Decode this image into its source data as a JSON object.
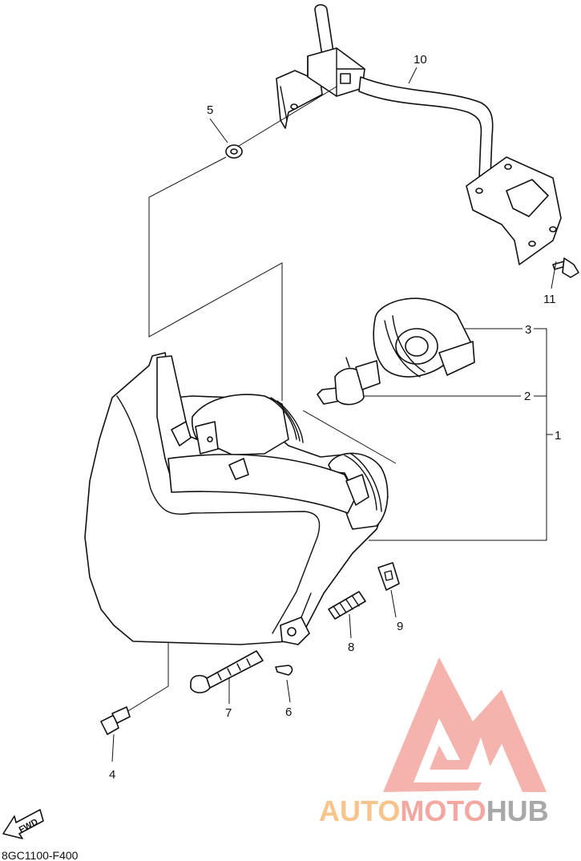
{
  "diagram": {
    "callouts": [
      {
        "id": "1",
        "text": "1"
      },
      {
        "id": "2",
        "text": "2"
      },
      {
        "id": "3",
        "text": "3"
      },
      {
        "id": "4",
        "text": "4"
      },
      {
        "id": "5",
        "text": "5"
      },
      {
        "id": "6",
        "text": "6"
      },
      {
        "id": "7",
        "text": "7"
      },
      {
        "id": "8",
        "text": "8"
      },
      {
        "id": "9",
        "text": "9"
      },
      {
        "id": "10",
        "text": "10"
      },
      {
        "id": "11",
        "text": "11"
      }
    ],
    "fwd_label": "FWD",
    "diagram_code": "8GC1100-F400"
  },
  "watermark": {
    "text": "AUTOMOTOHUB",
    "part_auto": "AUTO",
    "part_moto": "MOTO",
    "part_hub": "HUB",
    "colors": {
      "auto": "#f7c48c",
      "moto": "#f4a6a0",
      "hub": "#a8a8a8",
      "logo": "#f4a6a0"
    }
  }
}
